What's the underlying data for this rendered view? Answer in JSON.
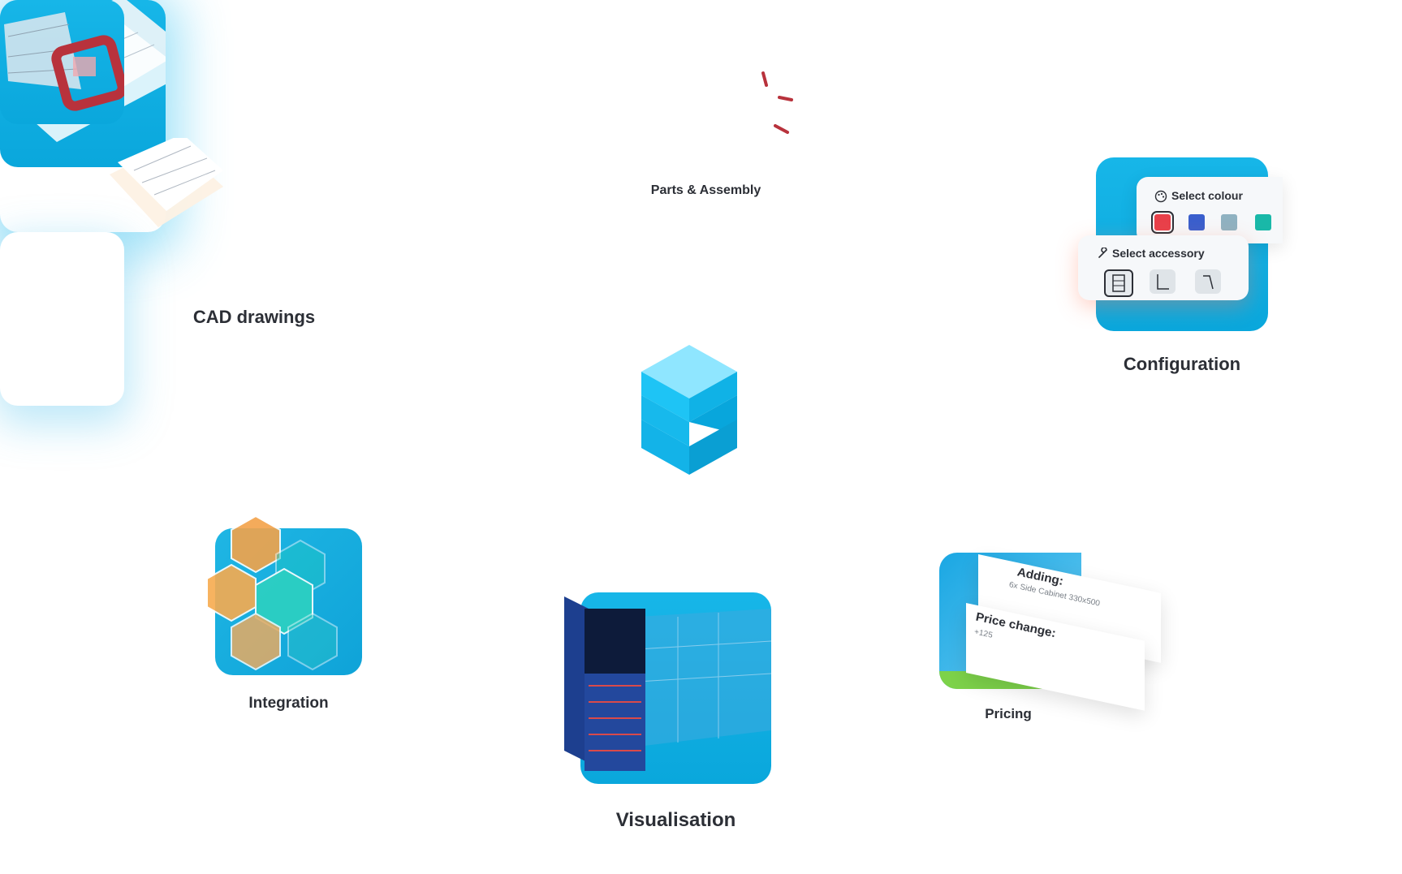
{
  "cards": {
    "cad": {
      "label": "CAD drawings"
    },
    "parts": {
      "label": "Parts & Assembly"
    },
    "configuration": {
      "label": "Configuration",
      "colour_title": "Select colour",
      "accessory_title": "Select accessory",
      "colours": [
        "#e8404a",
        "#3a5fcd",
        "#8fb2c1",
        "#19b8a8"
      ]
    },
    "integration": {
      "label": "Integration"
    },
    "visualisation": {
      "label": "Visualisation"
    },
    "pricing": {
      "label": "Pricing",
      "adding_title": "Adding:",
      "adding_detail": "6x Side Cabinet 330x500",
      "price_title": "Price change:",
      "price_detail": "+125"
    }
  },
  "colors": {
    "tile_blue": "#12b0e4",
    "logo_top": "#8fe6ff",
    "logo_side": "#16b8ef",
    "orange": "#f5a84a",
    "teal": "#2fd0c0"
  },
  "icons": {
    "palette": "palette-icon",
    "wrench": "wrench-icon"
  }
}
